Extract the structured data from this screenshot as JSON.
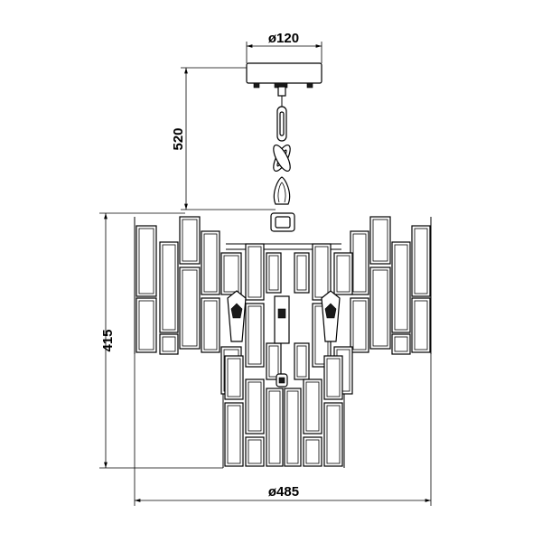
{
  "dimensions": {
    "canopy_diameter": "ø120",
    "suspension_length": "520",
    "body_height": "415",
    "body_diameter": "ø485"
  },
  "colors": {
    "line": "#000000",
    "background": "#ffffff"
  }
}
